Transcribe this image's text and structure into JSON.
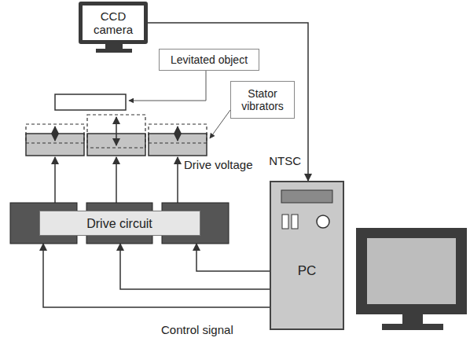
{
  "diagram": {
    "nodes": [
      {
        "text": [
          "CCD camera"
        ]
      },
      {
        "text": [
          "Levitated object"
        ]
      },
      {
        "text": [
          "Stator vibrators"
        ]
      },
      {
        "text": [
          "Drive circuit"
        ]
      },
      {
        "text": [
          "PC"
        ]
      }
    ],
    "edges": [
      {
        "from": 0,
        "to": 4,
        "arrow": "to",
        "label": "NTSC"
      },
      {
        "from": 4,
        "to": 3,
        "arrow": "to"
      },
      {
        "from": 4,
        "to": 3,
        "arrow": "to"
      },
      {
        "from": 4,
        "to": 3,
        "arrow": "to"
      }
    ],
    "labels": [
      "Drive voltage",
      "Control signal"
    ]
  }
}
